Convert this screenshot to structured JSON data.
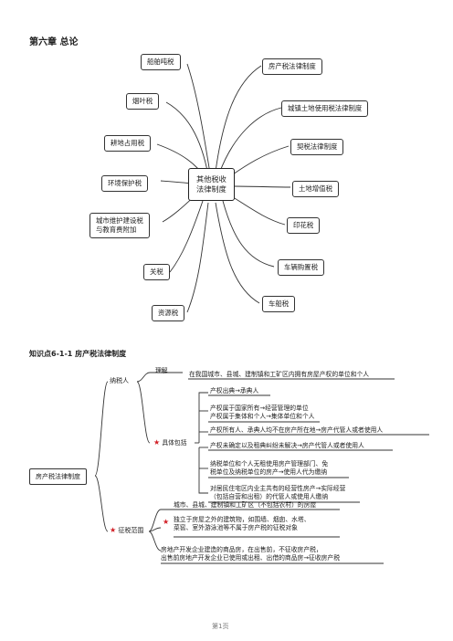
{
  "chapter_title": "第六章 总论",
  "mindmap": {
    "center": [
      "其他税收",
      "法律制度"
    ],
    "left": [
      "船舶吨税",
      "烟叶税",
      "耕地占用税",
      "环境保护税",
      [
        "城市维护建设税",
        "与教育费附加"
      ],
      "关税",
      "资源税"
    ],
    "right": [
      "房产税法律制度",
      "城镇土地使用税法律制度",
      "契税法律制度",
      "土地增值税",
      "印花税",
      "车辆购置税",
      "车船税"
    ]
  },
  "section_title": "知识点6-1-1 房产税法律制度",
  "tree": {
    "root": "房产税法律制度",
    "taxpayer": "纳税人",
    "understand_label": "理解",
    "understand_text": "在我国城市、县城、建制镇和工矿区内拥有房屋产权的单位和个人",
    "specific_label": "具体包括",
    "items": [
      [
        "产权出典→承典人"
      ],
      [
        "产权属于国家所有→经营管理的单位",
        "产权属于集体和个人→集体单位和个人"
      ],
      [
        "产权所有人、承典人均不在房产所在地→房产代管人或者使用人"
      ],
      [
        "产权未确定以及租典纠纷未解决→房产代管人或者使用人"
      ],
      [
        "纳税单位和个人无租使用房产管理部门、免",
        "税单位及纳税单位的房产→使用人代为缴纳"
      ],
      [
        "对居民住宅区内业主共有的经营性房产→实际经营",
        "（包括自营和出租）的代管人或使用人缴纳"
      ]
    ],
    "scope_label": "征税范围",
    "scope_top": "城市、县城、建制镇和工矿区（不包括农村）的房屋",
    "scope_items": [
      [
        "独立于房屋之外的建筑物，如围墙、烟囱、水塔、",
        "菜窖、室外游泳池等不属于房产税的征税对象"
      ],
      [
        "房地产开发企业建造的商品房，在出售前，不征收房产税，",
        "出售前房地产开发企业已使用或出租、出借的商品房→征收房产税"
      ]
    ]
  },
  "page_number": "第1页"
}
